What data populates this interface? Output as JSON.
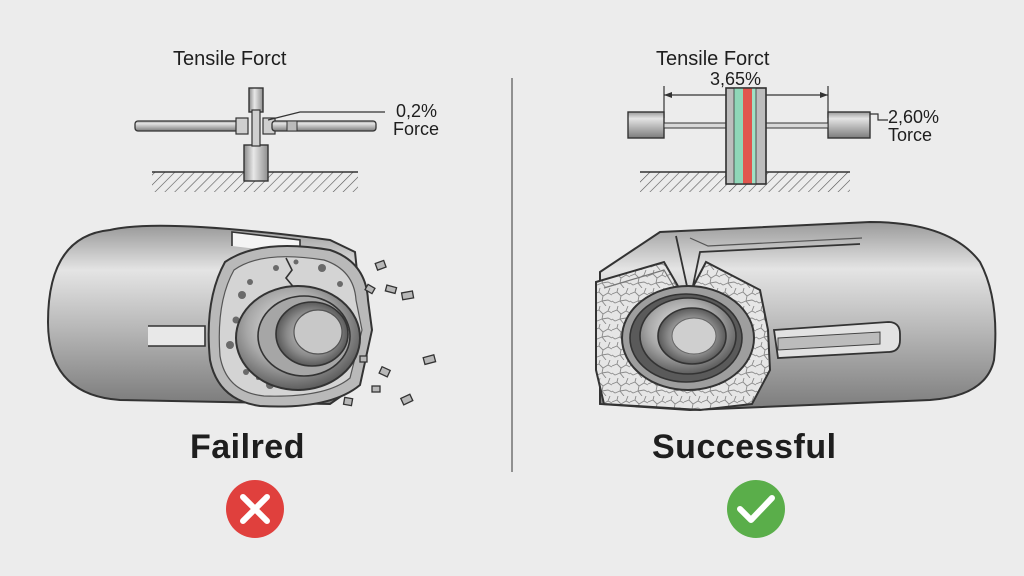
{
  "left_panel": {
    "title": "Tensile Forct",
    "value": "0,2%",
    "value_label": "Force",
    "status": "Failred",
    "status_icon": "cross-icon",
    "status_color": "#e0403d"
  },
  "right_panel": {
    "title": "Tensile Forct",
    "top_value": "3,65%",
    "value": "2,60%",
    "value_label": "Torce",
    "status": "Successful",
    "status_icon": "check-icon",
    "status_color": "#5aae4a"
  }
}
